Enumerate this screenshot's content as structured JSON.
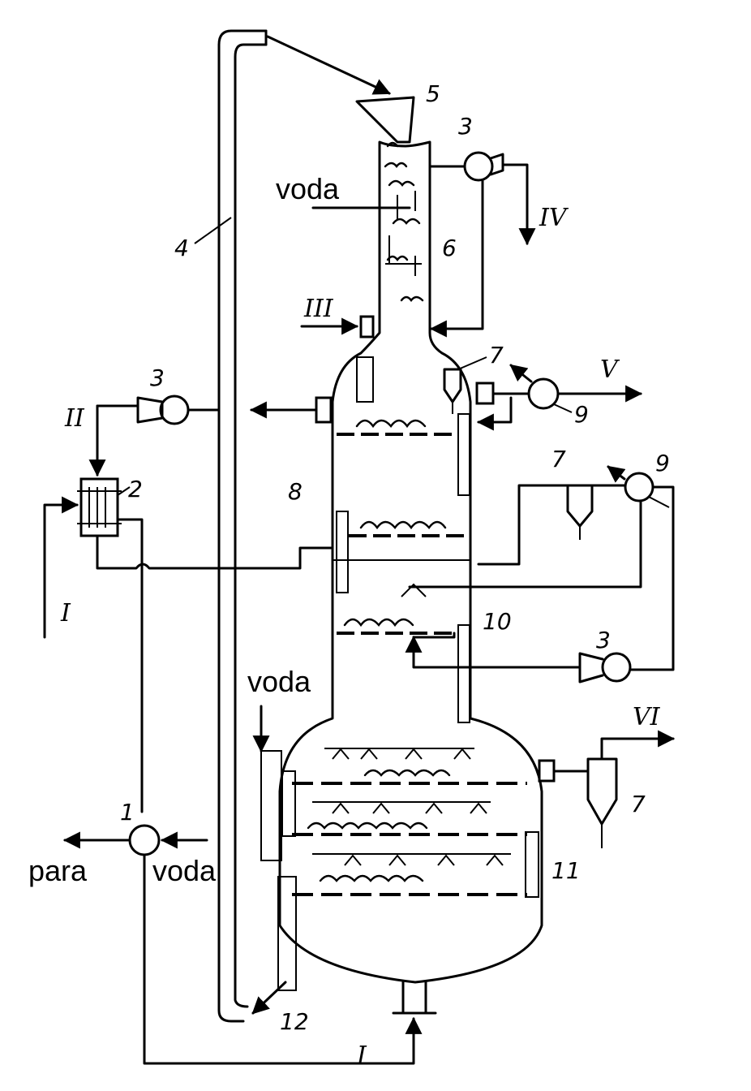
{
  "labels": {
    "voda_top": "voda",
    "voda_mid": "voda",
    "voda_bottom": "voda",
    "para": "para",
    "n1": "1",
    "n2": "2",
    "n3a": "3",
    "n3b": "3",
    "n3c": "3",
    "n4": "4",
    "n5": "5",
    "n6": "6",
    "n7a": "7",
    "n7b": "7",
    "n7c": "7",
    "n8": "8",
    "n9a": "9",
    "n9b": "9",
    "n10": "10",
    "n11": "11",
    "n12": "12",
    "s1a": "I",
    "s1b": "I",
    "s2": "II",
    "s3": "III",
    "s4": "IV",
    "s5": "V",
    "s6": "VI"
  }
}
